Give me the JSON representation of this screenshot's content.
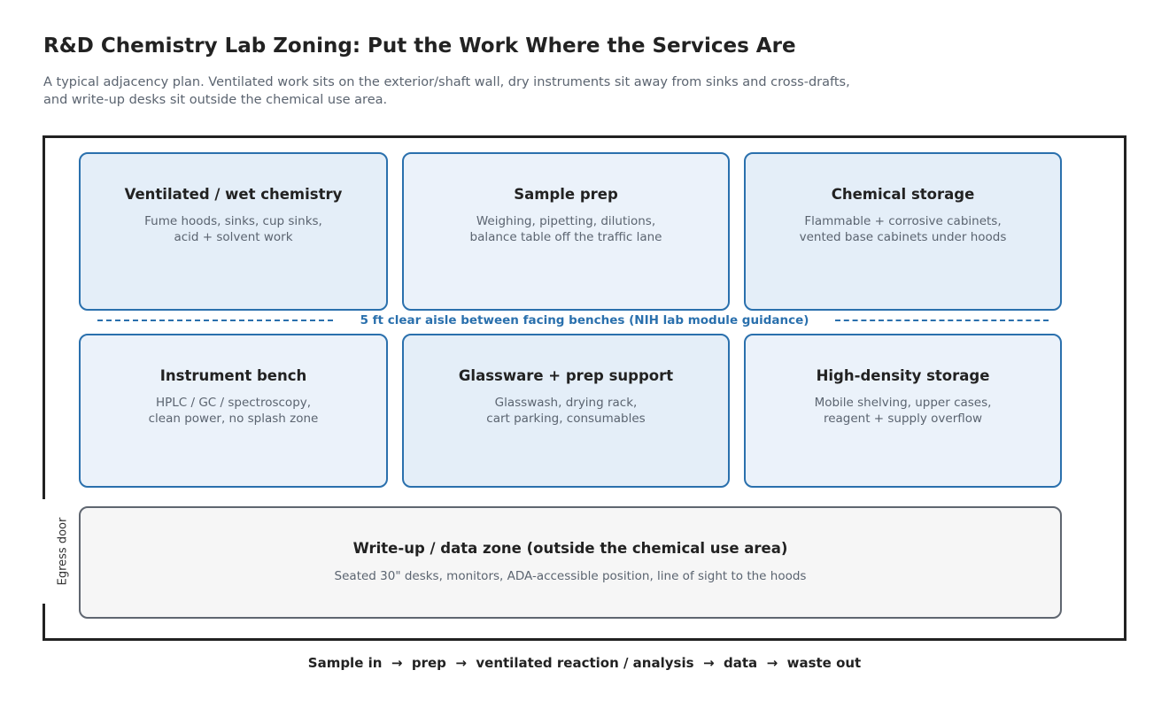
{
  "title": "R&D Chemistry Lab Zoning: Put the Work Where the Services Are",
  "subtitle_lines": [
    "A typical adjacency plan. Ventilated work sits on the exterior/shaft wall, dry instruments sit away from sinks and cross-drafts,",
    "and write-up desks sit outside the chemical use area."
  ],
  "zones": [
    {
      "title": "Ventilated / wet chemistry",
      "desc": [
        "Fume hoods, sinks, cup sinks,",
        "acid + solvent work"
      ]
    },
    {
      "title": "Sample prep",
      "desc": [
        "Weighing, pipetting, dilutions,",
        "balance table off the traffic lane"
      ]
    },
    {
      "title": "Chemical storage",
      "desc": [
        "Flammable + corrosive cabinets,",
        "vented base cabinets under hoods"
      ]
    },
    {
      "title": "Instrument bench",
      "desc": [
        "HPLC / GC / spectroscopy,",
        "clean power, no splash zone"
      ]
    },
    {
      "title": "Glassware + prep support",
      "desc": [
        "Glasswash, drying rack,",
        "cart parking, consumables"
      ]
    },
    {
      "title": "High-density storage",
      "desc": [
        "Mobile shelving, upper cases,",
        "reagent + supply overflow"
      ]
    }
  ],
  "aisle_label": "5 ft clear aisle between facing benches (NIH lab module guidance)",
  "writeup": {
    "title": "Write-up / data zone (outside the chemical use area)",
    "desc": "Seated 30\" desks, monitors, ADA-accessible position, line of sight to the hoods"
  },
  "door_label": "Egress door",
  "flow": "Sample in  →  prep  →  ventilated reaction / analysis  →  data  →  waste out",
  "colors": {
    "accent": "#2a70ad",
    "zone_fill_a": "#e4eef8",
    "zone_fill_b": "#ebf2fa",
    "writeup_fill": "#f6f6f6",
    "wall": "#222222"
  }
}
